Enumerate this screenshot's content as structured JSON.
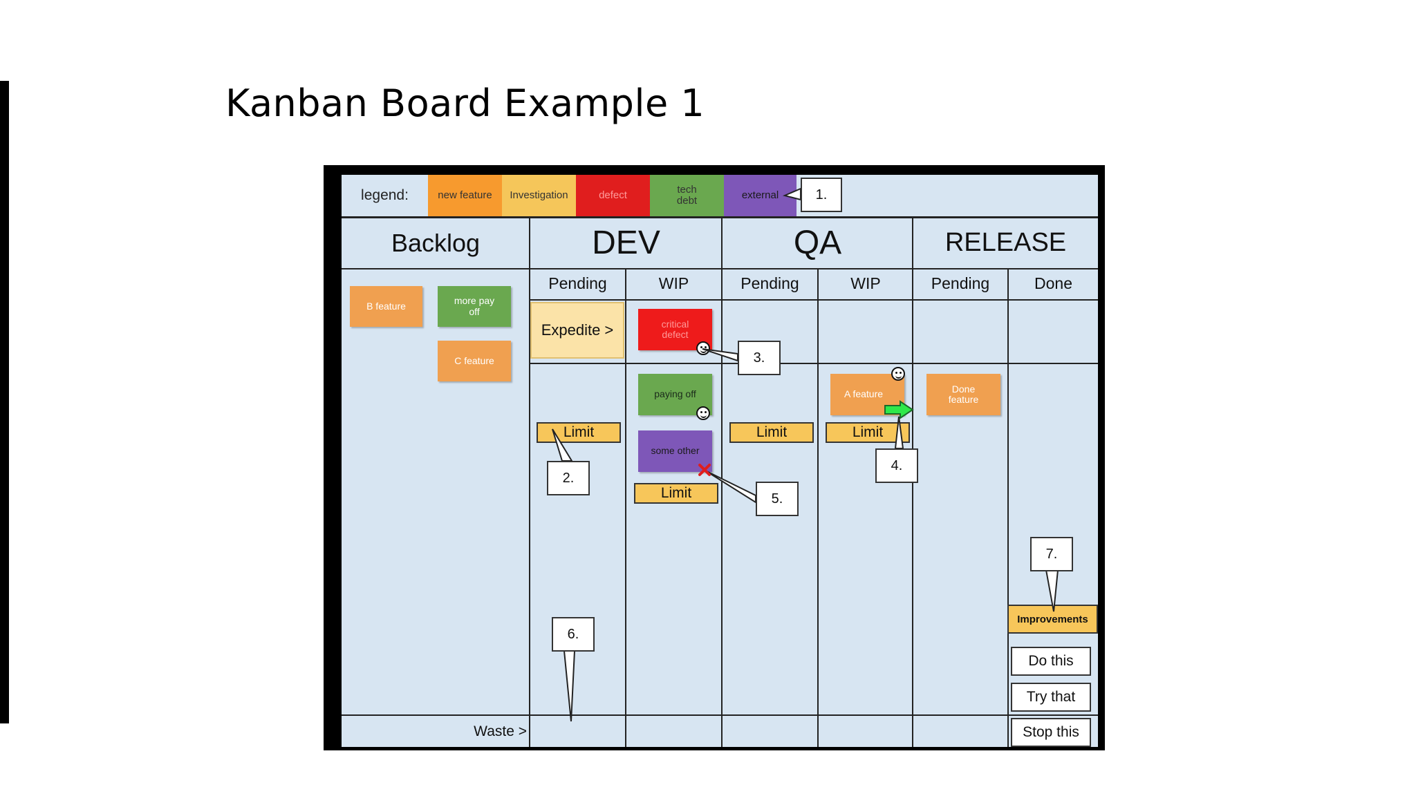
{
  "slide": {
    "title": "Kanban Board Example 1"
  },
  "legend": {
    "label": "legend:",
    "items": [
      {
        "text": "new feature",
        "color": "#f79a2e"
      },
      {
        "text": "Investigation",
        "color": "#f5c65a"
      },
      {
        "text": "defect",
        "color": "#e01e1e"
      },
      {
        "text": "tech\ndebt",
        "color": "#6aa84f"
      },
      {
        "text": "external",
        "color": "#7e57b8"
      }
    ]
  },
  "columns": {
    "backlog": "Backlog",
    "dev": "DEV",
    "qa": "QA",
    "release": "RELEASE"
  },
  "subcolumns": [
    "Pending",
    "WIP",
    "Pending",
    "WIP",
    "Pending",
    "Done"
  ],
  "expedite": "Expedite >",
  "waste": "Waste >",
  "cards": {
    "b_feature": "B feature",
    "more_pay_off": "more pay\noff",
    "c_feature": "C feature",
    "critical_defect": "critical\ndefect",
    "paying_off": "paying off",
    "some_other": "some other",
    "a_feature": "A feature",
    "done_feature": "Done\nfeature"
  },
  "limits": [
    "Limit",
    "Limit",
    "Limit",
    "Limit"
  ],
  "callouts": [
    "1.",
    "2.",
    "3.",
    "4.",
    "5.",
    "6.",
    "7."
  ],
  "improvements": {
    "label": "Improvements",
    "buttons": [
      "Do this",
      "Try that",
      "Stop this"
    ]
  }
}
